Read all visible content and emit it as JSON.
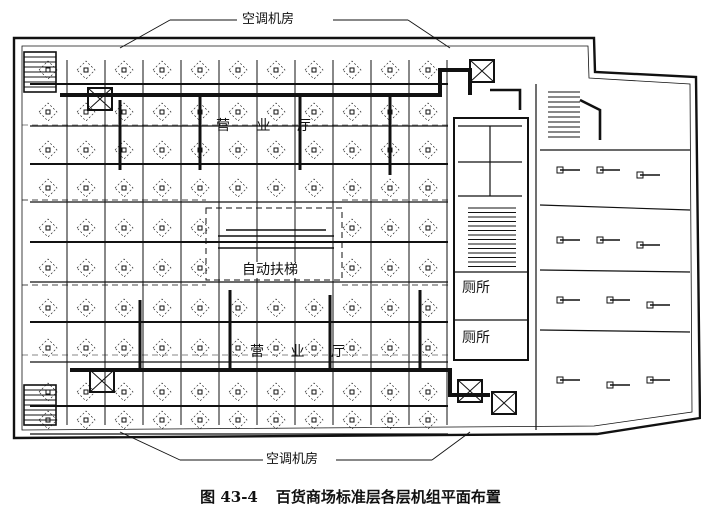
{
  "labels": {
    "ac_room_top": "空调机房",
    "ac_room_bottom": "空调机房",
    "sales_hall_top": "营 业 厅",
    "sales_hall_bottom": "营 业 厅",
    "escalator": "自动扶梯",
    "toilet_1": "厕所",
    "toilet_2": "厕所"
  },
  "caption": {
    "number": "图 43-4",
    "text": "百货商场标准层各层机组平面布置"
  },
  "colors": {
    "line": "#111111",
    "background": "#ffffff"
  }
}
